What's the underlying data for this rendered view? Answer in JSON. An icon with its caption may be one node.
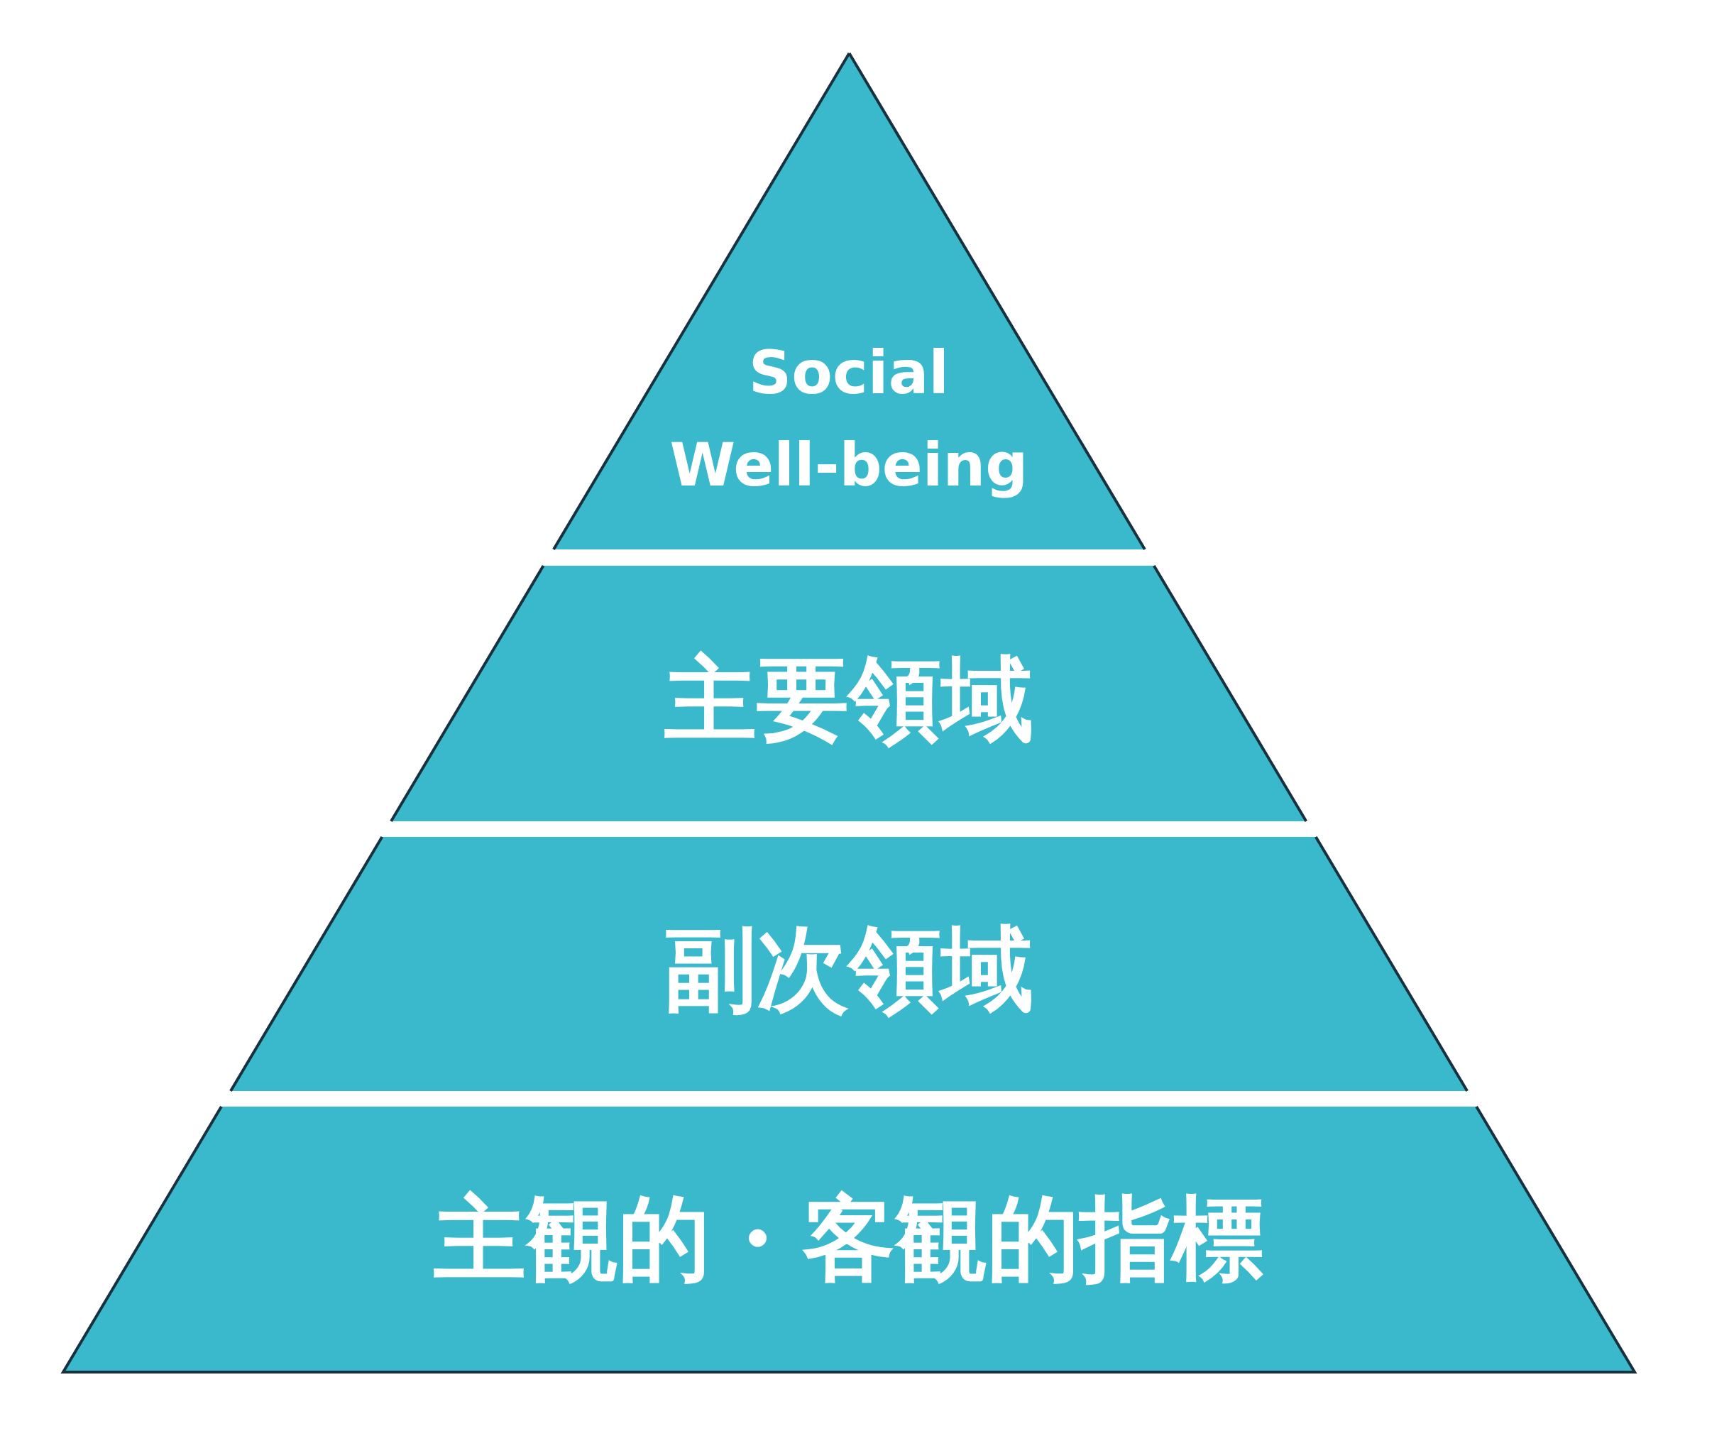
{
  "diagram": {
    "nodes": [
      {
        "text": [
          "Social Well-being"
        ]
      },
      {
        "text": [
          "主要領域"
        ]
      },
      {
        "text": [
          "副次領域"
        ]
      },
      {
        "text": [
          "主観的・客観的指標"
        ]
      }
    ]
  }
}
